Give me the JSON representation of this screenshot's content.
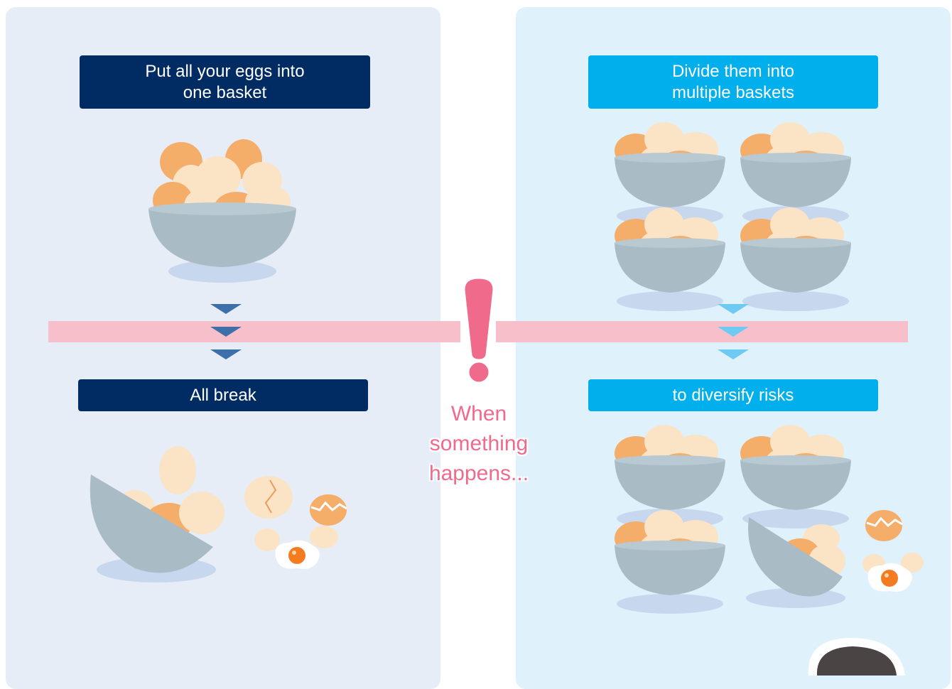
{
  "left": {
    "top_label": [
      "Put all your eggs into",
      "one basket"
    ],
    "result_label": "All break"
  },
  "right": {
    "top_label": [
      "Divide them into",
      "multiple baskets"
    ],
    "result_label": "to diversify risks"
  },
  "center": {
    "caption": [
      "When",
      "something",
      "happens..."
    ]
  },
  "colors": {
    "left_panel": "#e6edf6",
    "right_panel": "#dff1fa",
    "dark_label": "#002b63",
    "light_label": "#00afec",
    "alert_pink": "#f06a8c",
    "band_pink": "#f7bfca",
    "bowl": "#a9bcc6",
    "egg_orange": "#f5ad6a",
    "egg_cream": "#fbe3c6",
    "yolk": "#f47b20"
  },
  "icons": [
    "exclamation-icon",
    "bowl-of-eggs-icon",
    "tipped-bowl-icon",
    "cracked-egg-icon",
    "fried-egg-icon",
    "down-arrow-icon"
  ]
}
